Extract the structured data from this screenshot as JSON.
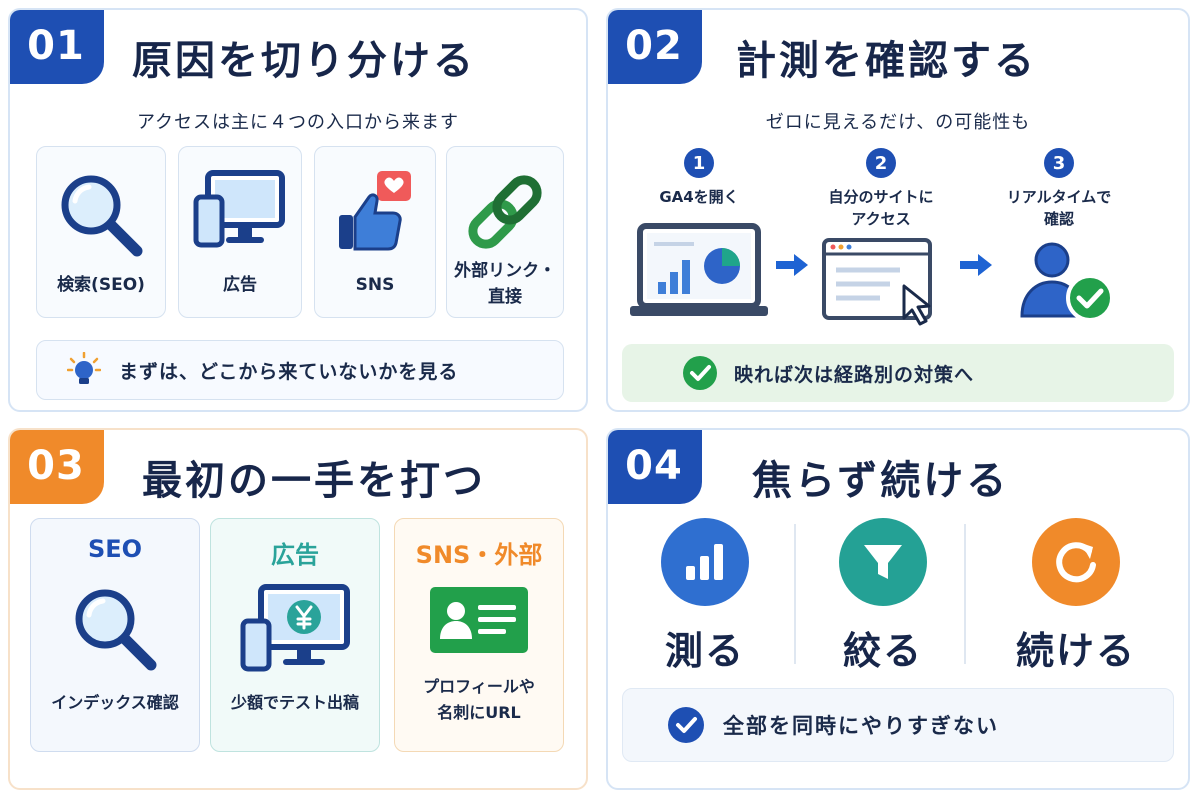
{
  "panel1": {
    "number": "01",
    "title": "原因を切り分ける",
    "subtitle": "アクセスは主に４つの入口から来ます",
    "cards": [
      {
        "label": "検索(SEO)"
      },
      {
        "label": "広告"
      },
      {
        "label": "SNS"
      },
      {
        "label_line1": "外部リンク・",
        "label_line2": "直接"
      }
    ],
    "tip": "まずは、どこから来ていないかを見る"
  },
  "panel2": {
    "number": "02",
    "title": "計測を確認する",
    "subtitle": "ゼロに見えるだけ、の可能性も",
    "steps": [
      {
        "num": "1",
        "line1": "GA4を開く",
        "line2": ""
      },
      {
        "num": "2",
        "line1": "自分のサイトに",
        "line2": "アクセス"
      },
      {
        "num": "3",
        "line1": "リアルタイムで",
        "line2": "確認"
      }
    ],
    "result": "映れば次は経路別の対策へ"
  },
  "panel3": {
    "number": "03",
    "title": "最初の一手を打つ",
    "cards": [
      {
        "head": "SEO",
        "line1": "インデックス確認",
        "line2": ""
      },
      {
        "head": "広告",
        "line1": "少額でテスト出稿",
        "line2": ""
      },
      {
        "head": "SNS・外部",
        "line1": "プロフィールや",
        "line2": "名刺にURL"
      }
    ]
  },
  "panel4": {
    "number": "04",
    "title": "焦らず続ける",
    "items": [
      {
        "label": "測る"
      },
      {
        "label": "絞る"
      },
      {
        "label": "続ける"
      }
    ],
    "note": "全部を同時にやりすぎない"
  },
  "colors": {
    "navy": "#1e4fb3",
    "orange": "#f08a2a",
    "teal": "#2aa39a",
    "green": "#22a04b",
    "red_badge": "#f05a5a"
  }
}
